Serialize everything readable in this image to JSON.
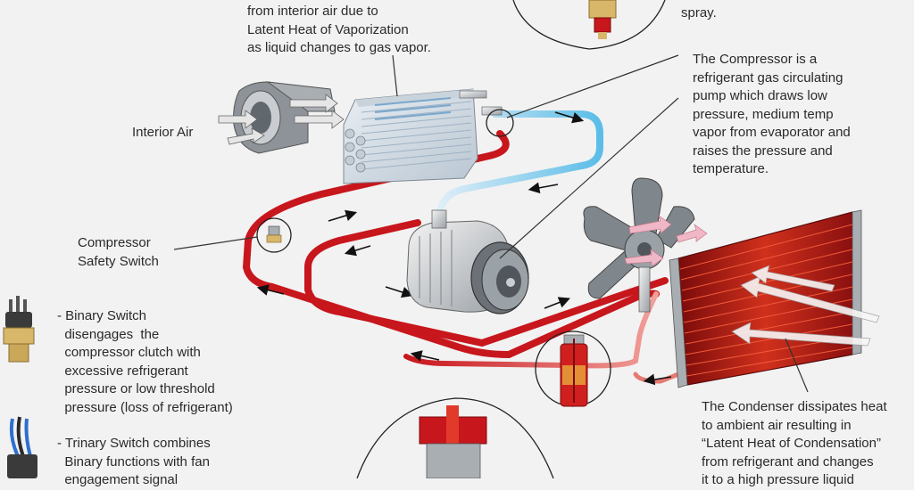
{
  "colors": {
    "background": "#f2f2f2",
    "hot_line": "#c8161d",
    "cold_line": "#5bbde8",
    "text": "#2a2a2a",
    "leader": "#333333"
  },
  "labels": {
    "evaporator": "from interior air due to\nLatent Heat of Vaporization\nas liquid changes to gas vapor.",
    "expansion_valve": "spray.",
    "compressor": "The Compressor is a\nrefrigerant gas circulating\npump which draws low\npressure, medium temp\nvapor from evaporator and\nraises the pressure and\ntemperature.",
    "interior_air": "Interior Air",
    "safety_switch": "Compressor\nSafety Switch",
    "binary_switch": "- Binary Switch\n  disengages  the\n  compressor clutch with\n  excessive refrigerant\n  pressure or low threshold\n  pressure (loss of refrigerant)",
    "trinary_switch": "- Trinary Switch combines\n  Binary functions with fan\n  engagement signal",
    "condenser": "The Condenser dissipates heat\nto ambient air resulting in\n“Latent Heat of Condensation”\nfrom refrigerant and changes\nit to a high pressure liquid"
  },
  "components": [
    {
      "name": "blower",
      "icon": "blower-fan-icon"
    },
    {
      "name": "evaporator",
      "icon": "evaporator-core-icon"
    },
    {
      "name": "compressor",
      "icon": "compressor-icon"
    },
    {
      "name": "condenser",
      "icon": "condenser-core-icon"
    },
    {
      "name": "fan",
      "icon": "radiator-fan-icon"
    },
    {
      "name": "receiver-drier",
      "icon": "receiver-drier-icon"
    },
    {
      "name": "safety-switch",
      "icon": "pressure-switch-icon"
    },
    {
      "name": "expansion-valve",
      "icon": "expansion-valve-icon"
    }
  ]
}
